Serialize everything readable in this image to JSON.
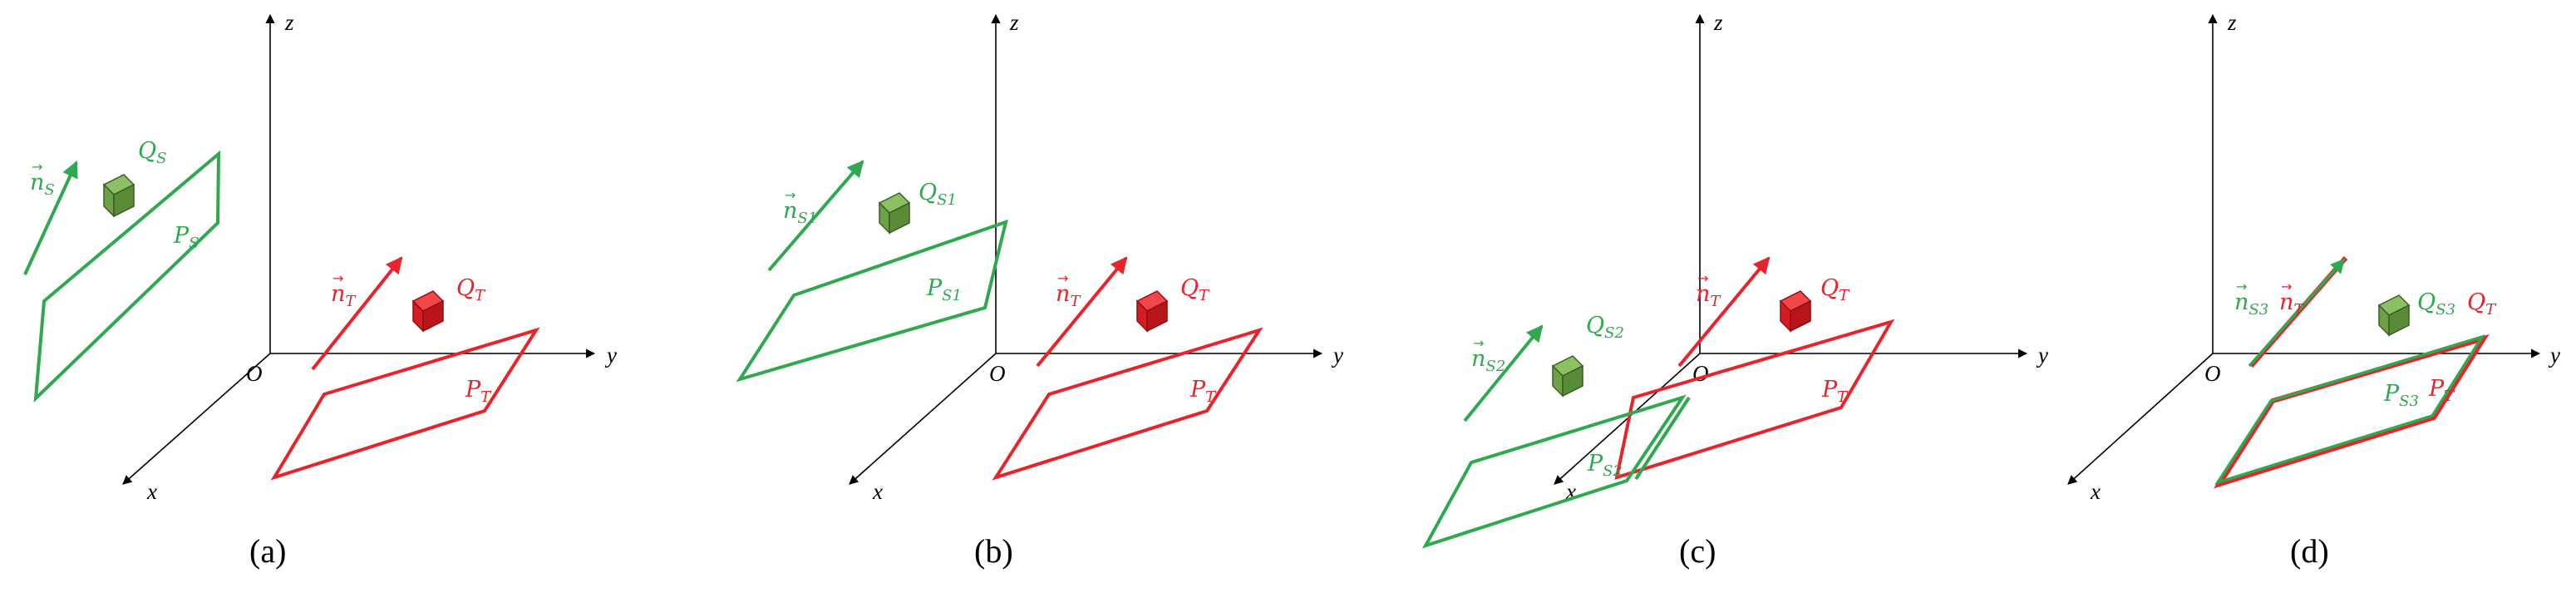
{
  "colors": {
    "source": "#2fa84f",
    "target": "#e8232a",
    "axis": "#000000"
  },
  "axes": {
    "z": "z",
    "y": "y",
    "x": "x",
    "origin": "O"
  },
  "panels": [
    {
      "caption": "(a)",
      "labels": {
        "n_source": {
          "base": "n",
          "sub": "S"
        },
        "q_source": {
          "base": "Q",
          "sub": "S"
        },
        "p_source": {
          "base": "P",
          "sub": "S"
        },
        "n_target": {
          "base": "n",
          "sub": "T"
        },
        "q_target": {
          "base": "Q",
          "sub": "T"
        },
        "p_target": {
          "base": "P",
          "sub": "T"
        }
      }
    },
    {
      "caption": "(b)",
      "labels": {
        "n_source": {
          "base": "n",
          "sub": "S1"
        },
        "q_source": {
          "base": "Q",
          "sub": "S1"
        },
        "p_source": {
          "base": "P",
          "sub": "S1"
        },
        "n_target": {
          "base": "n",
          "sub": "T"
        },
        "q_target": {
          "base": "Q",
          "sub": "T"
        },
        "p_target": {
          "base": "P",
          "sub": "T"
        }
      }
    },
    {
      "caption": "(c)",
      "labels": {
        "n_source": {
          "base": "n",
          "sub": "S2"
        },
        "q_source": {
          "base": "Q",
          "sub": "S2"
        },
        "p_source": {
          "base": "P",
          "sub": "S2"
        },
        "n_target": {
          "base": "n",
          "sub": "T"
        },
        "q_target": {
          "base": "Q",
          "sub": "T"
        },
        "p_target": {
          "base": "P",
          "sub": "T"
        }
      }
    },
    {
      "caption": "(d)",
      "labels": {
        "n_source": {
          "base": "n",
          "sub": "S3"
        },
        "q_source": {
          "base": "Q",
          "sub": "S3"
        },
        "p_source": {
          "base": "P",
          "sub": "S3"
        },
        "n_target": {
          "base": "n",
          "sub": "T"
        },
        "q_target": {
          "base": "Q",
          "sub": "T"
        },
        "p_target": {
          "base": "P",
          "sub": "T"
        }
      }
    }
  ]
}
